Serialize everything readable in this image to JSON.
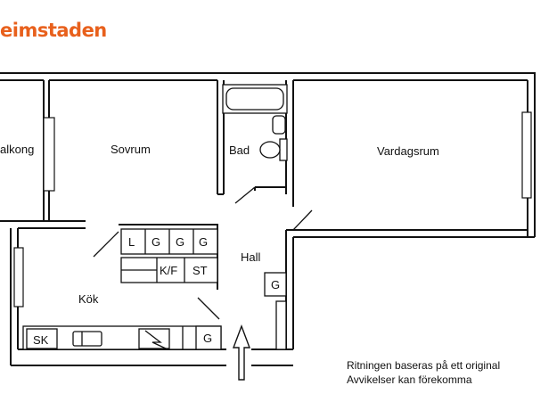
{
  "brand": {
    "name": "eimstaden",
    "color": "#e8601c"
  },
  "rooms": {
    "balcony": "alkong",
    "bedroom": "Sovrum",
    "bathroom": "Bad",
    "living": "Vardagsrum",
    "hall": "Hall",
    "kitchen": "Kök"
  },
  "fixtures": {
    "wardrobe_l": "L",
    "wardrobe_g1": "G",
    "wardrobe_g2": "G",
    "wardrobe_g3": "G",
    "fridge_freezer": "K/F",
    "storage": "ST",
    "hall_wardrobe": "G",
    "kitchen_cabinet": "G",
    "sink": "SK"
  },
  "notes": {
    "line1": "Ritningen baseras på ett original",
    "line2": "Avvikelser kan förekomma"
  }
}
